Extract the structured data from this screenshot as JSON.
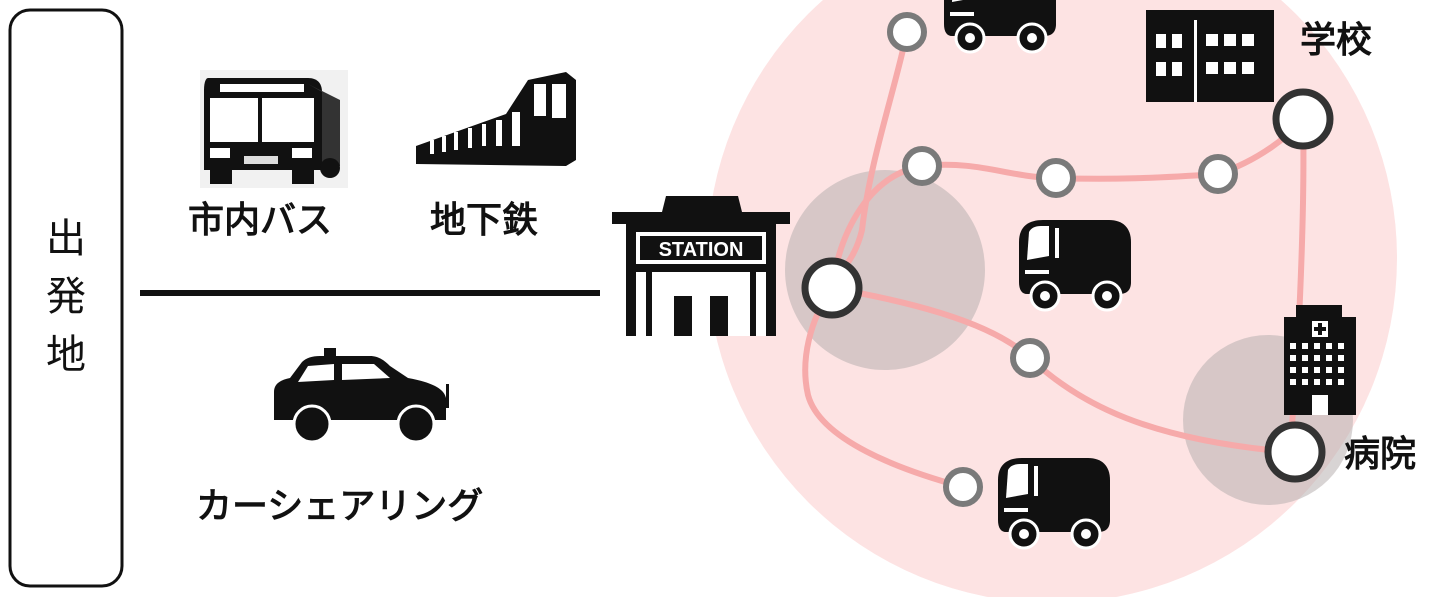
{
  "origin": {
    "label_chars": [
      "出",
      "発",
      "地"
    ]
  },
  "transport": {
    "city_bus": "市内バス",
    "subway": "地下鉄",
    "car_sharing": "カーシェアリング"
  },
  "station": {
    "sign": "STATION"
  },
  "destinations": {
    "school": "学校",
    "hospital": "病院"
  },
  "colors": {
    "area_fill": "#fde3e3",
    "route_line": "#f6aaaa",
    "hub_halo": "#b8b0b0",
    "node_stroke_major": "#333333",
    "node_stroke_minor": "#7a7a7a",
    "icon": "#111111"
  }
}
